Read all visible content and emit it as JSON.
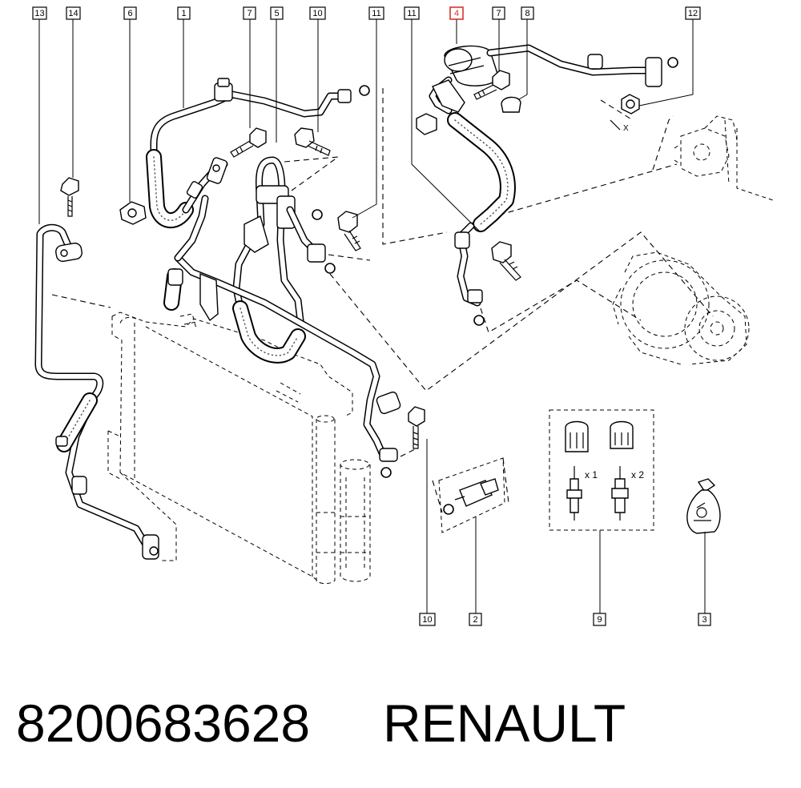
{
  "footer": {
    "part_number": "8200683628",
    "brand": "RENAULT"
  },
  "callouts": {
    "c13": "13",
    "c14": "14",
    "c6": "6",
    "c1": "1",
    "c7a": "7",
    "c5": "5",
    "c10a": "10",
    "c11a": "11",
    "c11b": "11",
    "c4": "4",
    "c7b": "7",
    "c8": "8",
    "c12": "12",
    "c10b": "10",
    "c2": "2",
    "c9": "9",
    "c3": "3"
  },
  "highlighted_callout": "4",
  "valve_kit": {
    "qty_left": "x 1",
    "qty_right": "x 2"
  },
  "dimension_mark": "X",
  "colors": {
    "highlight": "#d9342b",
    "line": "#000000"
  }
}
